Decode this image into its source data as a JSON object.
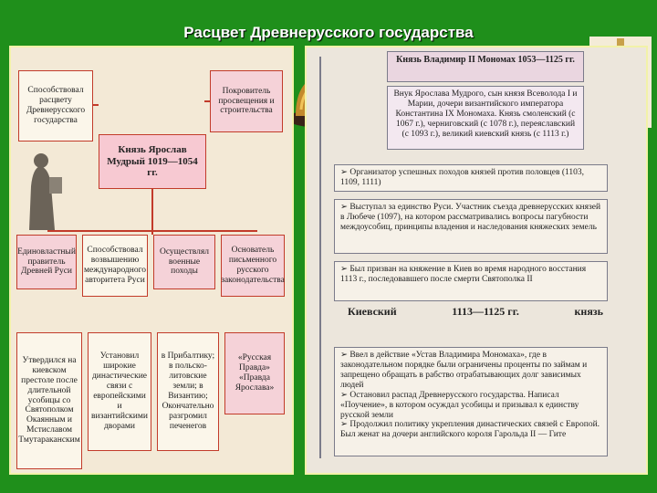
{
  "title": "Расцвет Древнерусского государства",
  "left": {
    "main": "Князь Ярослав Мудрый 1019—1054 гг.",
    "top_left": "Способствовал расцвету Древнерусского государства",
    "top_right": "Покровитель просвещения и строительства",
    "mid": [
      "Единовластный правитель Древней Руси",
      "Способствовал возвышению международного авторитета Руси",
      "Осуществлял военные походы",
      "Основатель письменного русского законодательства"
    ],
    "bottom": [
      "Утвердился на киевском престоле после длительной усобицы со Святополком Окаянным и Мстиславом Тмутараканским",
      "Установил широкие династические связи с европейскими и византийскими дворами",
      "в Прибалтику; в польско-литовские земли; в Византию; Окончательно разгромил печенегов",
      "«Русская Правда» «Правда Ярослава»"
    ]
  },
  "right": {
    "head": "Князь Владимир II Мономах 1053—1125 гг.",
    "sub": "Внук Ярослава Мудрого, сын князя Всеволода I и Марии, дочери византийского императора Константина IX Мономаха. Князь смоленский (с 1067 г.), черниговский (с 1078 г.), переяславский (с 1093 г.), великий киевский князь (с 1113 г.)",
    "items": [
      "Организатор успешных походов князей против половцев (1103, 1109, 1111)",
      "Выступал за единство Руси. Участник съезда древнерусских князей в Любече (1097), на котором рассматривались вопросы пагубности междоусобиц, принципы владения и наследования княжеских земель",
      "Был призван на княжение в Киев во время народного восстания 1113 г., последовавшего после смерти Святополка II"
    ],
    "kiev": [
      "Киевский",
      "1113—1125 гг.",
      "князь"
    ],
    "final": [
      "Ввел в действие «Устав Владимира Мономаха», где в законодательном порядке были ограничены проценты по займам и запрещено обращать в рабство отрабатывающих долг зависимых людей",
      "Остановил распад Древнерусского государства. Написал «Поучение», в котором осуждал усобицы и призывал к единству русской земли",
      "Продолжил политику укрепления династических связей с Европой. Был женат на дочери английского короля Гарольда II — Гите"
    ]
  }
}
